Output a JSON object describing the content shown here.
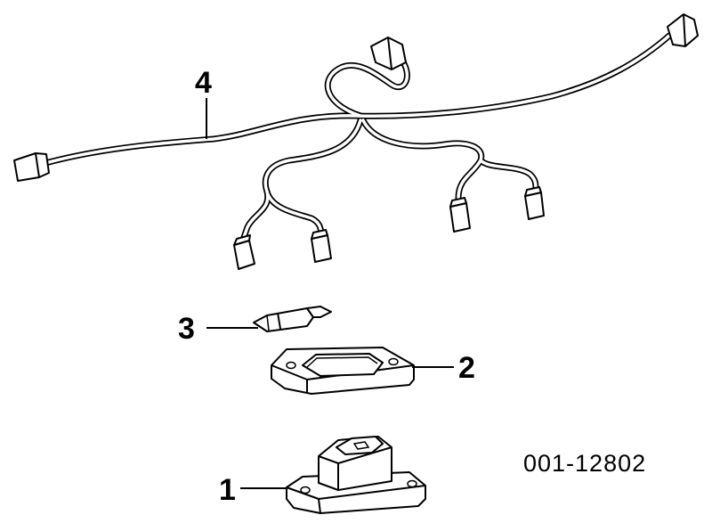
{
  "callouts": {
    "c1": "1",
    "c2": "2",
    "c3": "3",
    "c4": "4"
  },
  "part_number": "001-12802"
}
